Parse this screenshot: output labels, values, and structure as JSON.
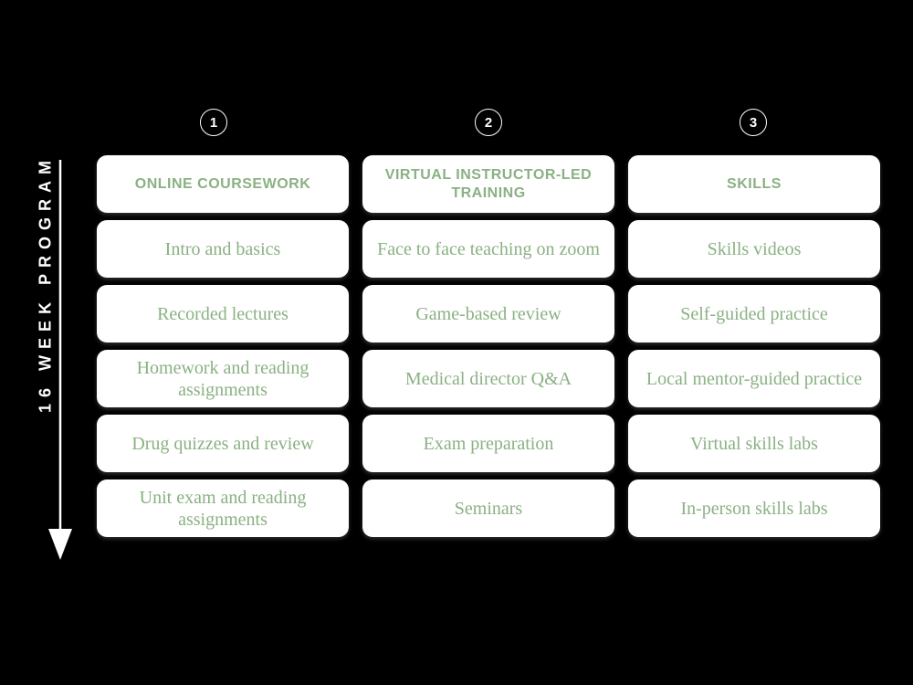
{
  "background_color": "#000000",
  "accent_color": "#8ab183",
  "card_color": "#ffffff",
  "axis": {
    "label": "16 WEEK PROGRAM",
    "arrow_icon": "down-arrow-icon",
    "direction": "down"
  },
  "columns": [
    {
      "number": "1",
      "header": "ONLINE COURSEWORK",
      "items": [
        "Intro and basics",
        "Recorded lectures",
        "Homework and reading assignments",
        "Drug quizzes and review",
        "Unit exam and reading assignments"
      ]
    },
    {
      "number": "2",
      "header": "VIRTUAL INSTRUCTOR-LED TRAINING",
      "items": [
        "Face to face teaching on zoom",
        "Game-based review",
        "Medical director Q&A",
        "Exam preparation",
        "Seminars"
      ]
    },
    {
      "number": "3",
      "header": "SKILLS",
      "items": [
        "Skills videos",
        "Self-guided practice",
        "Local mentor-guided practice",
        "Virtual skills labs",
        "In-person skills labs"
      ]
    }
  ]
}
